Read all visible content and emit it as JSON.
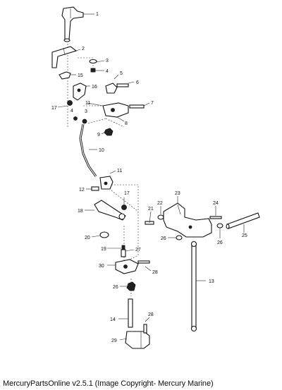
{
  "caption": "MercuryPartsOnline v2.5.1 (Image Copyright- Mercury Marine)",
  "callouts": [
    "1",
    "2",
    "3",
    "4",
    "15",
    "16",
    "5",
    "6",
    "17",
    "11",
    "3",
    "4",
    "7",
    "8",
    "9",
    "10",
    "11",
    "12",
    "17",
    "18",
    "20",
    "19",
    "27",
    "30",
    "28",
    "26",
    "14",
    "29",
    "28",
    "21",
    "22",
    "23",
    "24",
    "26",
    "26",
    "25",
    "13"
  ]
}
